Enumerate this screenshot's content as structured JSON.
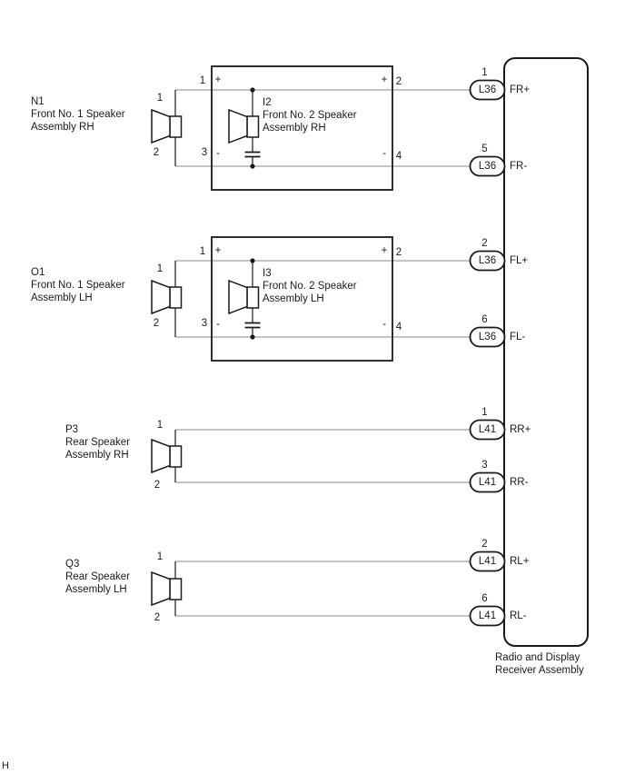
{
  "page": {
    "corner_mark": "H"
  },
  "colors": {
    "line": "#1a1a1a",
    "wire": "#8a8a8a"
  },
  "receiver": {
    "label_line1": "Radio and Display",
    "label_line2": "Receiver Assembly"
  },
  "channels": [
    {
      "speaker": {
        "code": "N1",
        "desc1": "Front No. 1 Speaker",
        "desc2": "Assembly RH",
        "pin_top": "1",
        "pin_bottom": "2"
      },
      "midbox": {
        "code": "I2",
        "desc1": "Front No. 2 Speaker",
        "desc2": "Assembly RH",
        "pin_in_plus": "1",
        "pin_out_plus": "2",
        "pin_in_minus": "3",
        "pin_out_minus": "4",
        "plus": "+",
        "minus": "-"
      },
      "plus_pin": {
        "num": "1",
        "connector": "L36",
        "signal": "FR+"
      },
      "minus_pin": {
        "num": "5",
        "connector": "L36",
        "signal": "FR-"
      }
    },
    {
      "speaker": {
        "code": "O1",
        "desc1": "Front No. 1 Speaker",
        "desc2": "Assembly LH",
        "pin_top": "1",
        "pin_bottom": "2"
      },
      "midbox": {
        "code": "I3",
        "desc1": "Front No. 2 Speaker",
        "desc2": "Assembly LH",
        "pin_in_plus": "1",
        "pin_out_plus": "2",
        "pin_in_minus": "3",
        "pin_out_minus": "4",
        "plus": "+",
        "minus": "-"
      },
      "plus_pin": {
        "num": "2",
        "connector": "L36",
        "signal": "FL+"
      },
      "minus_pin": {
        "num": "6",
        "connector": "L36",
        "signal": "FL-"
      }
    },
    {
      "speaker": {
        "code": "P3",
        "desc1": "Rear Speaker",
        "desc2": "Assembly RH",
        "pin_top": "1",
        "pin_bottom": "2"
      },
      "plus_pin": {
        "num": "1",
        "connector": "L41",
        "signal": "RR+"
      },
      "minus_pin": {
        "num": "3",
        "connector": "L41",
        "signal": "RR-"
      }
    },
    {
      "speaker": {
        "code": "Q3",
        "desc1": "Rear Speaker",
        "desc2": "Assembly LH",
        "pin_top": "1",
        "pin_bottom": "2"
      },
      "plus_pin": {
        "num": "2",
        "connector": "L41",
        "signal": "RL+"
      },
      "minus_pin": {
        "num": "6",
        "connector": "L41",
        "signal": "RL-"
      }
    }
  ]
}
